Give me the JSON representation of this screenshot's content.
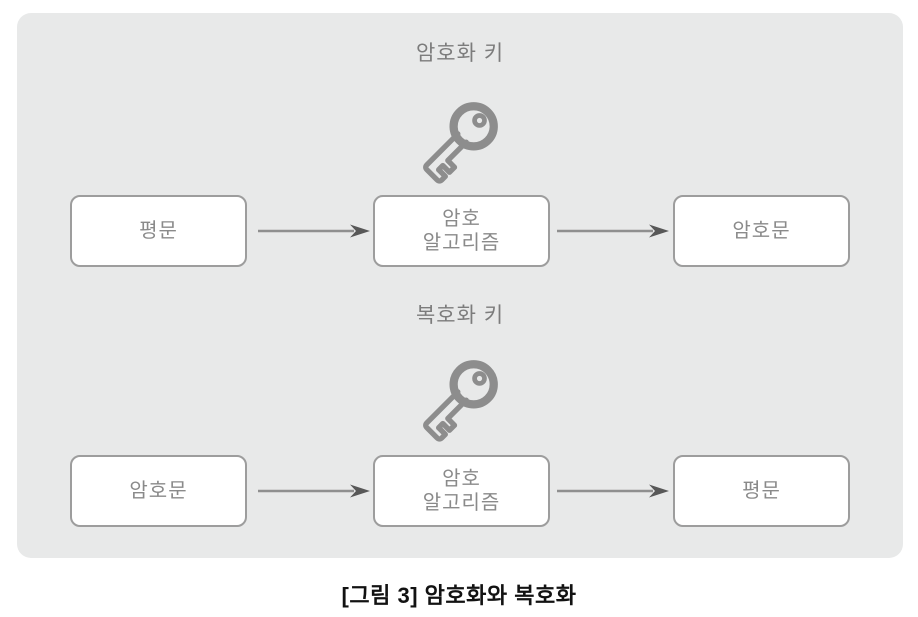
{
  "figure": {
    "caption": "[그림 3] 암호화와 복호화"
  },
  "rows": [
    {
      "key_label": "암호화 키",
      "key_icon": "key-icon",
      "box_left": "평문",
      "box_center_line1": "암호",
      "box_center_line2": "알고리즘",
      "box_right": "암호문"
    },
    {
      "key_label": "복호화 키",
      "key_icon": "key-icon",
      "box_left": "암호문",
      "box_center_line1": "암호",
      "box_center_line2": "알고리즘",
      "box_right": "평문"
    }
  ],
  "colors": {
    "panel_background": "#e8e9e9",
    "box_background": "#ffffff",
    "box_border": "#9d9d9d",
    "box_text": "#8a8a8a",
    "key_label_text": "#7c7c7c",
    "key_icon_stroke": "#8d8d8d",
    "arrow_line": "#8f8f8f",
    "arrow_head": "#585858",
    "caption_text": "#121212"
  }
}
